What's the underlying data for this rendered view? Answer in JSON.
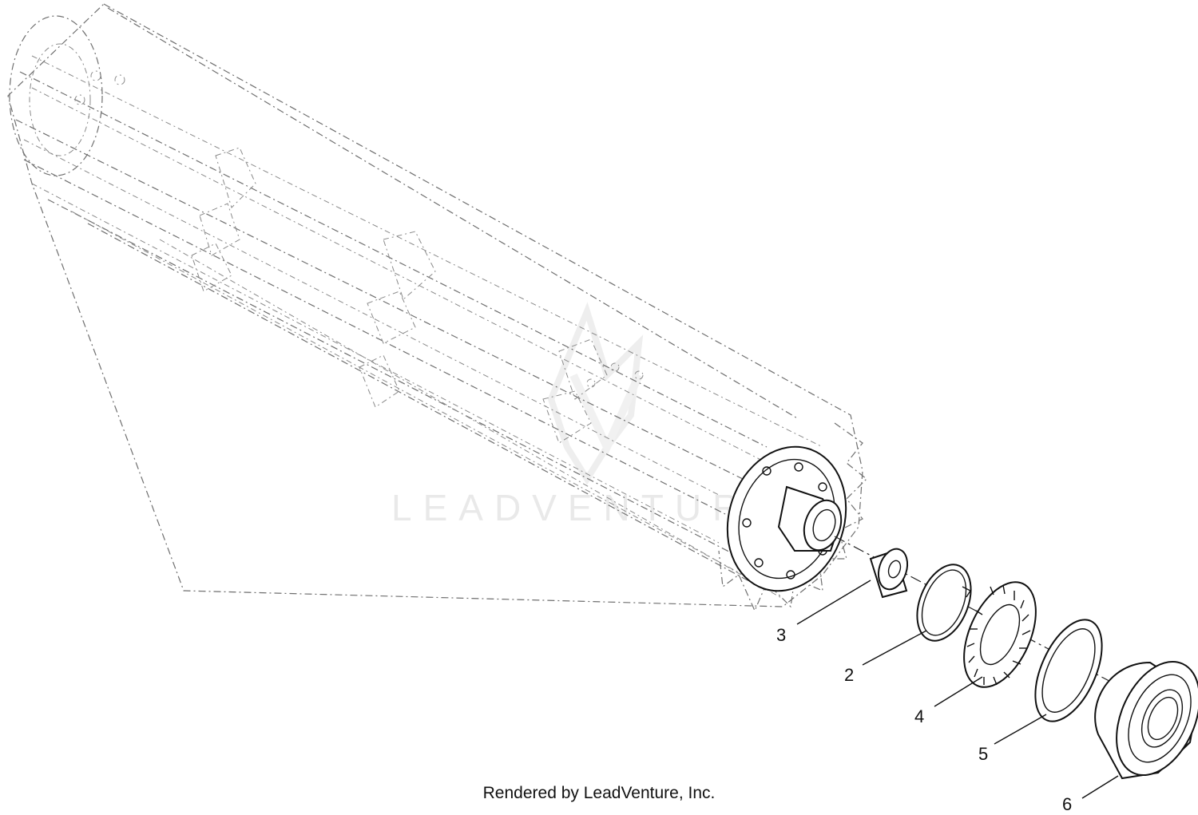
{
  "diagram": {
    "callouts": [
      "3",
      "2",
      "4",
      "5",
      "6"
    ],
    "watermark": "LEADVENTURE",
    "footer": "Rendered by LeadVenture, Inc."
  },
  "colors": {
    "line": "#111111",
    "ghost_line": "#6f6f6f",
    "watermark": "#e9e9e9",
    "background": "#ffffff"
  }
}
